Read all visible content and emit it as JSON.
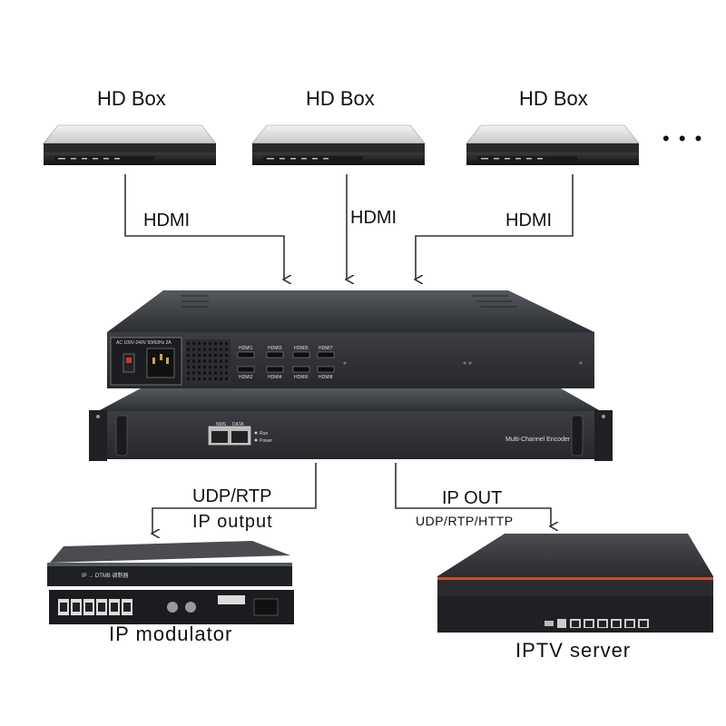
{
  "sources": [
    {
      "title": "HD Box",
      "link": "HDMI"
    },
    {
      "title": "HD Box",
      "link": "HDMI"
    },
    {
      "title": "HD Box",
      "link": "HDMI"
    }
  ],
  "more_sources": "• • •",
  "encoder": {
    "front_name": "Multi-Channel Encoder",
    "power_label": "AC 100V-240V 50/60Hz 2A",
    "port_nms": "NMS",
    "port_data": "DATA",
    "led_run": "Run",
    "led_power": "Power",
    "hdmi_ports": [
      "HDMI1",
      "HDMI3",
      "HDMI5",
      "HDMI7",
      "HDMI2",
      "HDMI4",
      "HDMI6",
      "HDMI8"
    ]
  },
  "left_output": {
    "line1": "UDP/RTP",
    "line2": "IP  output"
  },
  "right_output": {
    "line1": "IP OUT",
    "line2": "UDP/RTP/HTTP"
  },
  "modulator": {
    "caption": "IP modulator",
    "front_text": "IP → DTMB 调制器"
  },
  "server": {
    "caption": "IPTV  server"
  },
  "colors": {
    "line": "#333333",
    "device_dark": "#2b2d31",
    "server_accent": "#c8502a"
  }
}
